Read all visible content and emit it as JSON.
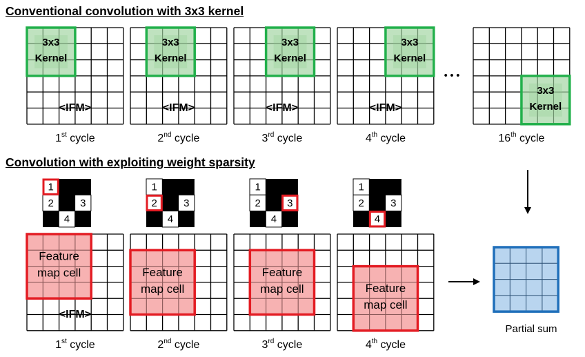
{
  "section_top": {
    "title": "Conventional convolution with 3x3 kernel"
  },
  "section_bottom": {
    "title": "Convolution with exploiting weight sparsity"
  },
  "labels": {
    "kernel_line1": "3x3",
    "kernel_line2": "Kernel",
    "ifm": "<IFM>",
    "feature_line1": "Feature",
    "feature_line2": "map cell",
    "ellipsis": "• • •",
    "partial_sum": "Partial sum"
  },
  "top_cycles": [
    {
      "num": "1",
      "sup": "st",
      "word": " cycle"
    },
    {
      "num": "2",
      "sup": "nd",
      "word": " cycle"
    },
    {
      "num": "3",
      "sup": "rd",
      "word": " cycle"
    },
    {
      "num": "4",
      "sup": "th",
      "word": " cycle"
    },
    {
      "num": "16",
      "sup": "th",
      "word": " cycle"
    }
  ],
  "bottom_cycles": [
    {
      "num": "1",
      "sup": "st",
      "word": " cycle"
    },
    {
      "num": "2",
      "sup": "nd",
      "word": " cycle"
    },
    {
      "num": "3",
      "sup": "rd",
      "word": " cycle"
    },
    {
      "num": "4",
      "sup": "th",
      "word": " cycle"
    }
  ],
  "weight_numbers": [
    "1",
    "2",
    "3",
    "4"
  ],
  "colors": {
    "kernel_border": "#22b04b",
    "kernel_fill": "#a9d8a9",
    "feature_border": "#e31c23",
    "feature_fill": "#f6a5a5",
    "partial_border": "#1f6fba",
    "partial_fill": "#b9d5ef",
    "grid": "#000000"
  }
}
